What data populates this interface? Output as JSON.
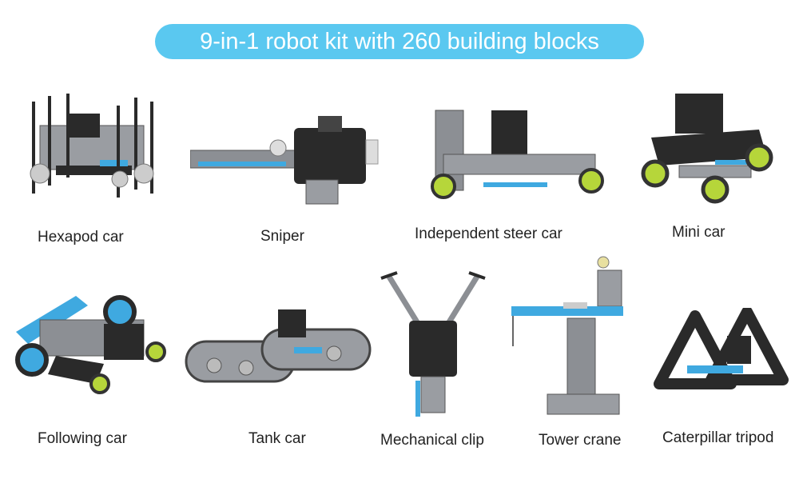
{
  "banner": {
    "title": "9-in-1 robot kit with 260 building blocks",
    "color": "#5ac8f0"
  },
  "robots": [
    {
      "name": "Hexapod car",
      "icon": "hexapod-car-robot-icon"
    },
    {
      "name": "Sniper",
      "icon": "sniper-robot-icon"
    },
    {
      "name": "Independent steer car",
      "icon": "steer-car-robot-icon"
    },
    {
      "name": "Mini car",
      "icon": "mini-car-robot-icon"
    },
    {
      "name": "Following car",
      "icon": "following-car-robot-icon"
    },
    {
      "name": "Tank car",
      "icon": "tank-car-robot-icon"
    },
    {
      "name": "Mechanical clip",
      "icon": "mechanical-clip-robot-icon"
    },
    {
      "name": "Tower crane",
      "icon": "tower-crane-robot-icon"
    },
    {
      "name": "Caterpillar tripod",
      "icon": "caterpillar-tripod-robot-icon"
    }
  ],
  "colors": {
    "frame": "#8c8f94",
    "dark": "#2a2a2a",
    "accent": "#3fa9e0",
    "wheel": "#b6d63a"
  }
}
